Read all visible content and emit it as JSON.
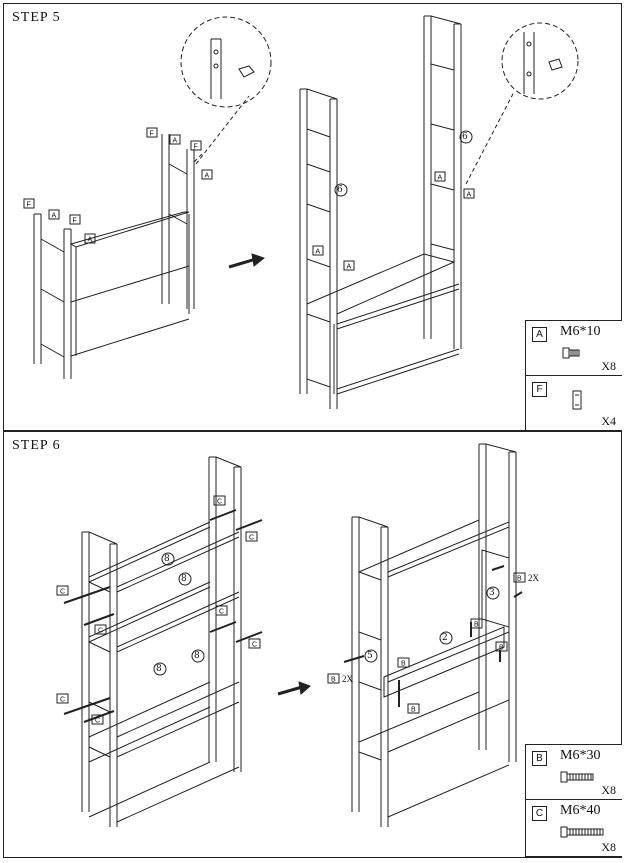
{
  "steps": [
    {
      "title": "STEP  5"
    },
    {
      "title": "STEP  6"
    }
  ],
  "hardware": {
    "A": {
      "code": "A",
      "spec": "M6*10",
      "qty": "X8"
    },
    "F": {
      "code": "F",
      "spec": "",
      "qty": "X4"
    },
    "B": {
      "code": "B",
      "spec": "M6*30",
      "qty": "X8"
    },
    "C": {
      "code": "C",
      "spec": "M6*40",
      "qty": "X8"
    }
  },
  "parts": {
    "side_frame": "6",
    "crossbar": "8",
    "panel_back": "3",
    "panel_shelf": "2",
    "panel_side": "5"
  },
  "multipliers": {
    "x2": "2X"
  },
  "labels": {
    "A": "A",
    "B": "B",
    "C": "C",
    "F": "F"
  }
}
